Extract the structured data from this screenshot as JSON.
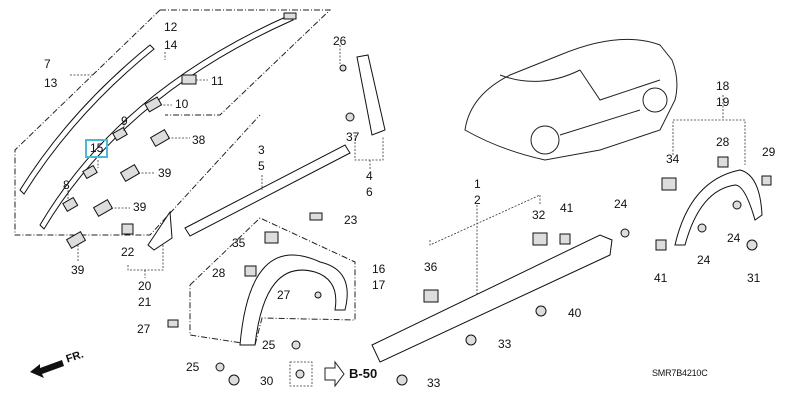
{
  "diagram": {
    "title_code": "SMR7B4210C",
    "front_indicator": "FR.",
    "reference": "B-50",
    "selected_label": "15",
    "highlight_color": "#4ab8d8",
    "labels": {
      "l7": "7",
      "l13": "13",
      "l12": "12",
      "l14": "14",
      "l11": "11",
      "l10": "10",
      "l9": "9",
      "l15": "15",
      "l8": "8",
      "l38": "38",
      "l39a": "39",
      "l39b": "39",
      "l39c": "39",
      "l22": "22",
      "l20": "20",
      "l21": "21",
      "l27a": "27",
      "l25a": "25",
      "l26": "26",
      "l37": "37",
      "l4": "4",
      "l6": "6",
      "l3": "3",
      "l5": "5",
      "l23": "23",
      "l35": "35",
      "l28a": "28",
      "l16": "16",
      "l17": "17",
      "l27b": "27",
      "l25b": "25",
      "l30": "30",
      "l1": "1",
      "l2": "2",
      "l32": "32",
      "l41a": "41",
      "l24a": "24",
      "l36": "36",
      "l40": "40",
      "l33a": "33",
      "l33b": "33",
      "l18": "18",
      "l19": "19",
      "l28b": "28",
      "l34": "34",
      "l29": "29",
      "l24b": "24",
      "l24c": "24",
      "l41b": "41",
      "l31": "31"
    }
  }
}
